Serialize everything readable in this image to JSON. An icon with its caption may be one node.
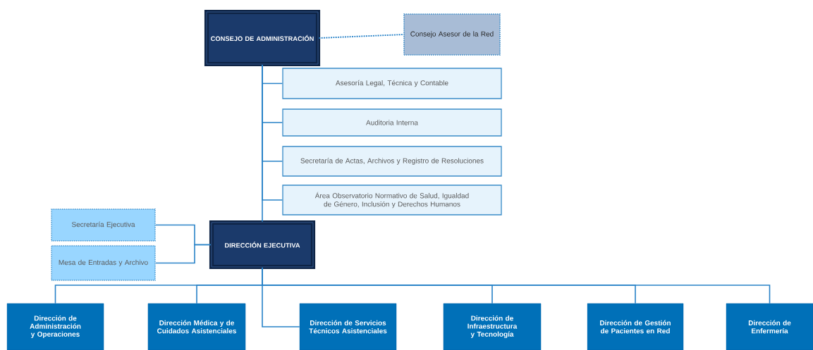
{
  "diagram": {
    "nodes": [
      {
        "text": [
          "CONSEJO DE ADMINISTRACIÓN"
        ]
      },
      {
        "text": [
          "Consejo Asesor de la Red"
        ]
      },
      {
        "text": [
          "Asesoría Legal, Técnica y Contable"
        ]
      },
      {
        "text": [
          "Auditoria Interna"
        ]
      },
      {
        "text": [
          "Secretaría de Actas, Archivos y Registro de Resoluciones"
        ]
      },
      {
        "text": [
          "Área Observatorio Normativo de Salud, Igualdad de Género, Inclusión y Derechos Humanos"
        ]
      },
      {
        "text": [
          "DIRECCIÓN EJECUTIVA"
        ]
      },
      {
        "text": [
          "Secretaría Ejecutiva"
        ]
      },
      {
        "text": [
          "Mesa de Entradas y Archivo"
        ]
      },
      {
        "text": [
          "Dirección de Administración y Operaciones"
        ]
      },
      {
        "text": [
          "Dirección Médica y de Cuidados Asistenciales"
        ]
      },
      {
        "text": [
          "Dirección de Servicios Técnicos Asistenciales"
        ]
      },
      {
        "text": [
          "Dirección de Infraestructura y Tecnología"
        ]
      },
      {
        "text": [
          "Dirección de Gestión de Pacientes en Red"
        ]
      },
      {
        "text": [
          "Dirección de Enfermería"
        ]
      }
    ],
    "edges": [
      {
        "from": 0,
        "to": 1,
        "arrow": "none",
        "style": "dashed"
      },
      {
        "from": 0,
        "to": 2,
        "arrow": "none"
      },
      {
        "from": 0,
        "to": 3,
        "arrow": "none"
      },
      {
        "from": 0,
        "to": 4,
        "arrow": "none"
      },
      {
        "from": 0,
        "to": 5,
        "arrow": "none"
      },
      {
        "from": 0,
        "to": 6,
        "arrow": "none"
      },
      {
        "from": 7,
        "to": 6,
        "arrow": "none"
      },
      {
        "from": 8,
        "to": 6,
        "arrow": "none"
      },
      {
        "from": 6,
        "to": 9,
        "arrow": "none"
      },
      {
        "from": 6,
        "to": 10,
        "arrow": "none"
      },
      {
        "from": 6,
        "to": 11,
        "arrow": "none"
      },
      {
        "from": 6,
        "to": 12,
        "arrow": "none"
      },
      {
        "from": 6,
        "to": 13,
        "arrow": "none"
      },
      {
        "from": 6,
        "to": 14,
        "arrow": "none"
      }
    ]
  }
}
